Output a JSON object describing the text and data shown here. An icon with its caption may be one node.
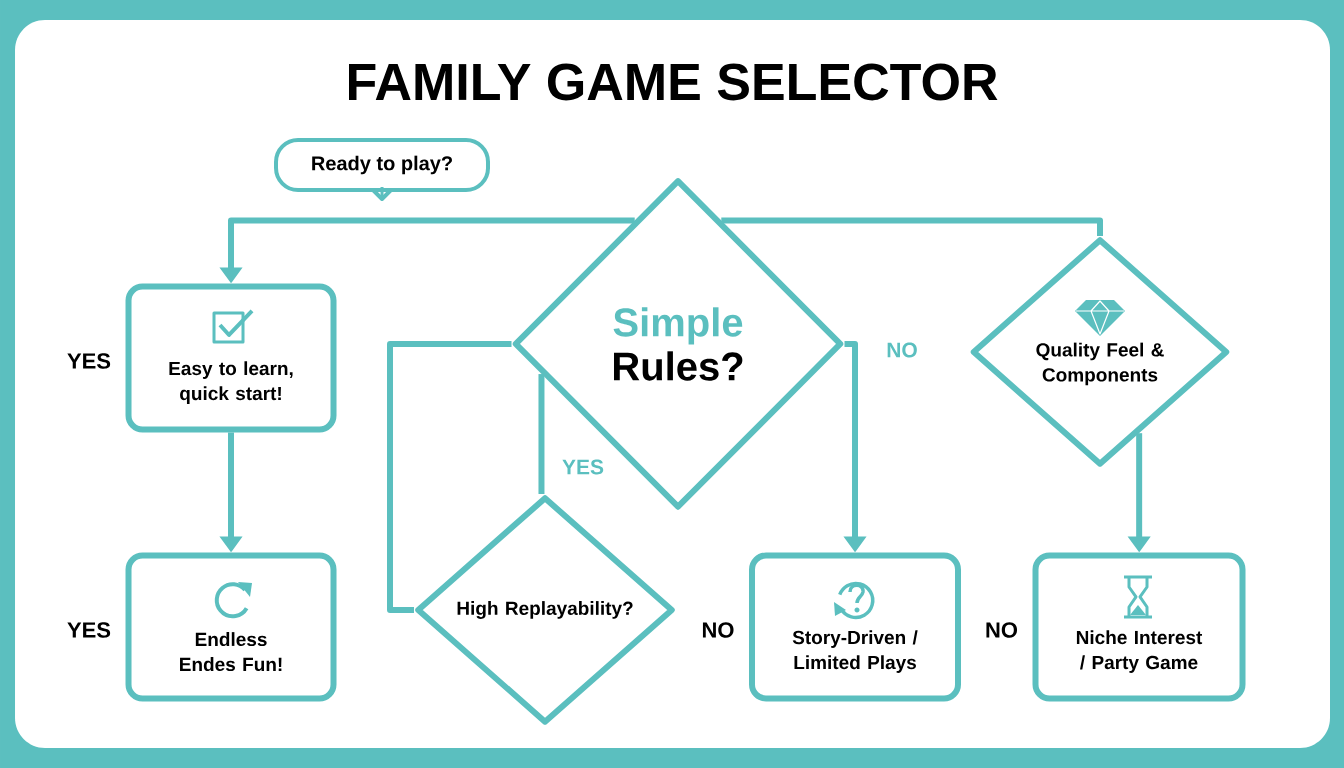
{
  "diagram": {
    "title": "FAMILY GAME SELECTOR",
    "nodes": [
      {
        "text": [
          "Ready to play?"
        ]
      },
      {
        "text": [
          "Simple",
          "Rules?"
        ]
      },
      {
        "text": [
          "Easy to learn, quick start!"
        ],
        "beside": [
          "YES"
        ]
      },
      {
        "text": [
          "Endless Endes Fun!"
        ],
        "beside": [
          "YES"
        ]
      },
      {
        "text": [
          "High Replayability?"
        ]
      },
      {
        "text": [
          "Story-Driven / Limited Plays"
        ],
        "beside": [
          "NO"
        ]
      },
      {
        "text": [
          "Quality Feel & Components"
        ]
      },
      {
        "text": [
          "Niche Interest / Party Game"
        ],
        "beside": [
          "NO"
        ]
      }
    ],
    "edges": [
      {
        "from": 1,
        "to": 2,
        "arrow": "to"
      },
      {
        "from": 1,
        "to": 6,
        "arrow": "none"
      },
      {
        "from": 2,
        "to": 3,
        "arrow": "to"
      },
      {
        "from": 1,
        "to": 5,
        "arrow": "to",
        "label": "NO"
      },
      {
        "from": 1,
        "to": 4,
        "arrow": "none"
      },
      {
        "from": 1,
        "to": 4,
        "arrow": "none",
        "label": "YES"
      },
      {
        "from": 6,
        "to": 7,
        "arrow": "to"
      }
    ]
  }
}
